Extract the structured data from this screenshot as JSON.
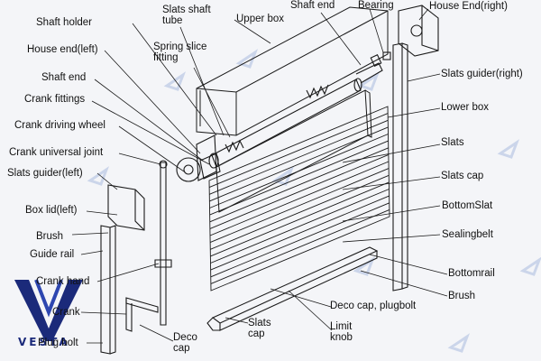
{
  "labels": {
    "shaft_holder": "Shaft holder",
    "slats_shaft_tube": "Slats shaft\ntube",
    "upper_box": "Upper box",
    "shaft_end_top": "Shaft end",
    "bearing": "Bearing",
    "house_end_right": "House End(right)",
    "house_end_left": "House end(left)",
    "spring_slice_fitting": "Spring slice\nfitting",
    "shaft_end": "Shaft end",
    "slats_guider_right": "Slats guider(right)",
    "crank_fittings": "Crank fittings",
    "lower_box": "Lower box",
    "crank_driving_wheel": "Crank driving wheel",
    "crank_universal_joint": "Crank universal joint",
    "slats": "Slats",
    "slats_guider_left": "Slats guider(left)",
    "slats_cap_right": "Slats cap",
    "box_lid_left": "Box lid(left)",
    "bottom_slat": "BottomSlat",
    "brush_left": "Brush",
    "guide_rail": "Guide rail",
    "sealing_belt": "Sealingbelt",
    "crank_hand": "Crank hand",
    "bottom_rail": "Bottomrail",
    "brush_right": "Brush",
    "crank": "Crank",
    "deco_cap_plug_bolt": "Deco cap, plugbolt",
    "limit_knob": "Limit\nknob",
    "deco_cap": "Deco\ncap",
    "slats_cap_bottom": "Slats\ncap",
    "plug_bolt": "Plug bolt"
  },
  "brand": {
    "name": "VESTA"
  },
  "colors": {
    "line": "#1a1a1a",
    "ink": "#111111",
    "watermark": "#6f8fc4",
    "logo": "#1b2a7a"
  }
}
